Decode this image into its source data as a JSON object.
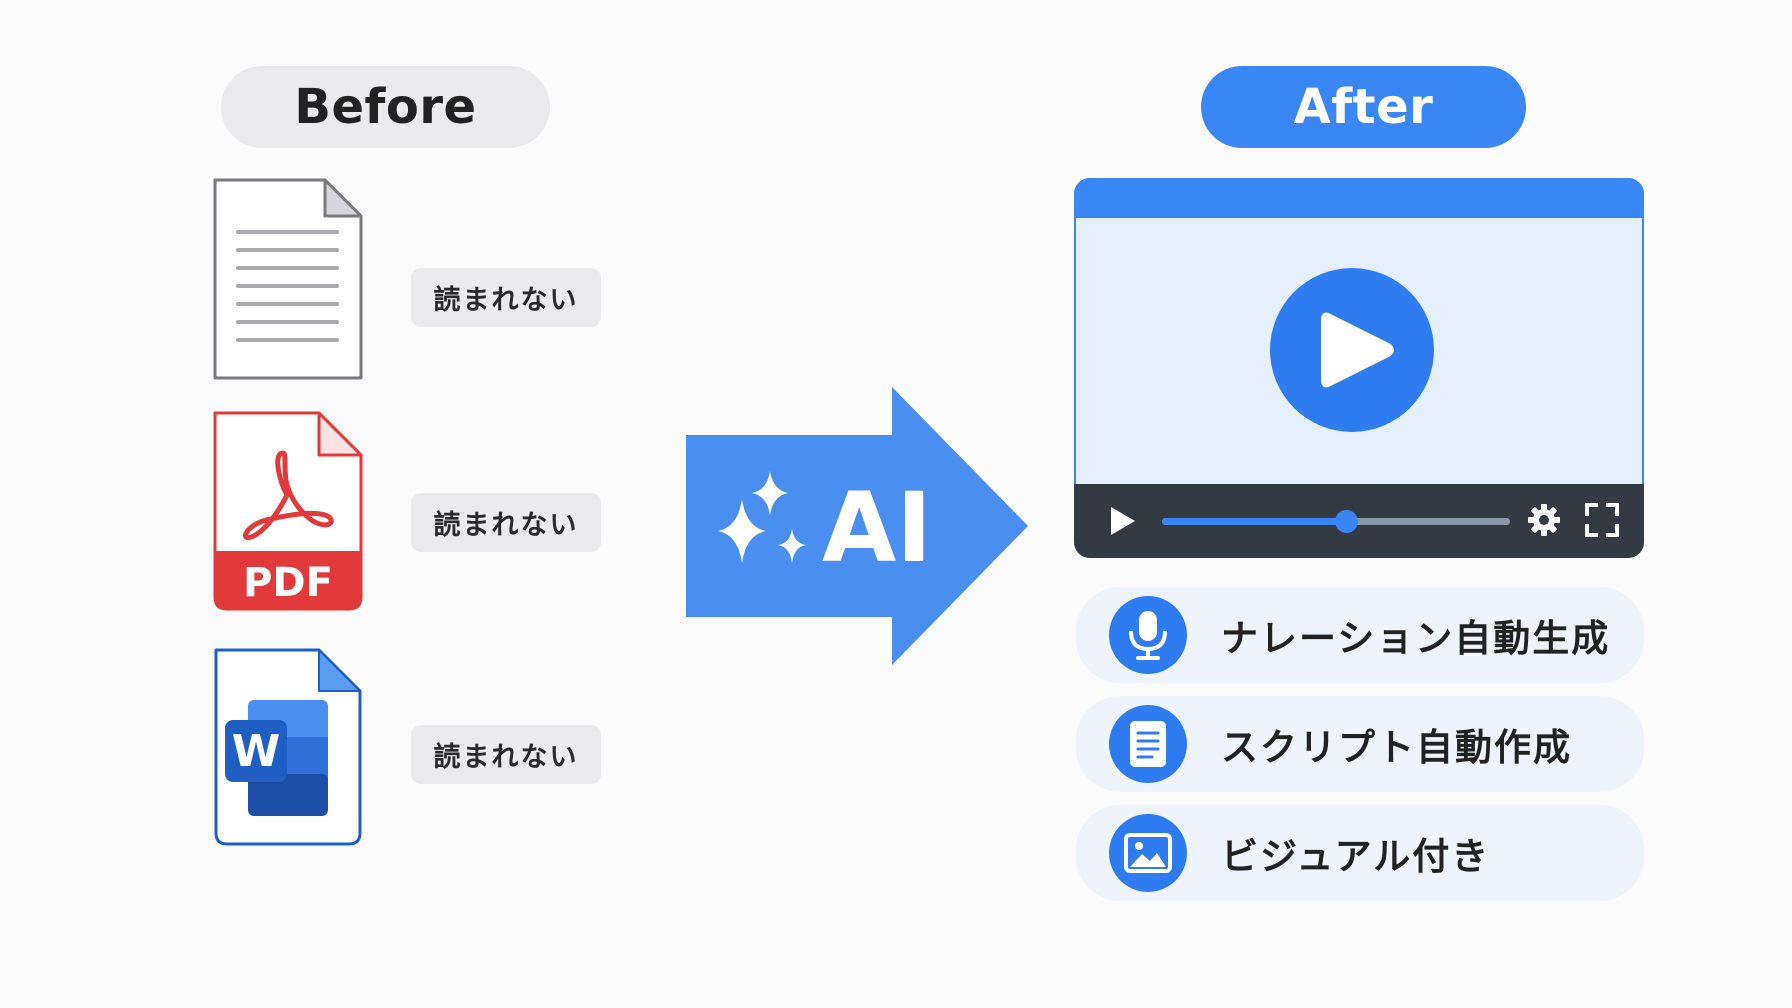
{
  "before": {
    "label": "Before"
  },
  "after": {
    "label": "After"
  },
  "documents": [
    {
      "type": "text-file",
      "icon": "text-document-icon",
      "status": "読まれない"
    },
    {
      "type": "pdf",
      "icon": "pdf-document-icon",
      "badge_text": "PDF",
      "status": "読まれない",
      "color": "#e23a3a"
    },
    {
      "type": "word",
      "icon": "word-document-icon",
      "badge_text": "W",
      "status": "読まれない",
      "color": "#1f5fc4"
    }
  ],
  "arrow": {
    "label": "AI",
    "icon": "sparkles-icon",
    "color": "#4a8ff0"
  },
  "player": {
    "progress": 0.53,
    "icons": [
      "play-icon",
      "settings-icon",
      "fullscreen-icon"
    ],
    "accent": "#3b86f5"
  },
  "features": [
    {
      "icon": "microphone-icon",
      "label": "ナレーション自動生成"
    },
    {
      "icon": "document-lines-icon",
      "label": "スクリプト自動作成"
    },
    {
      "icon": "image-icon",
      "label": "ビジュアル付き"
    }
  ]
}
